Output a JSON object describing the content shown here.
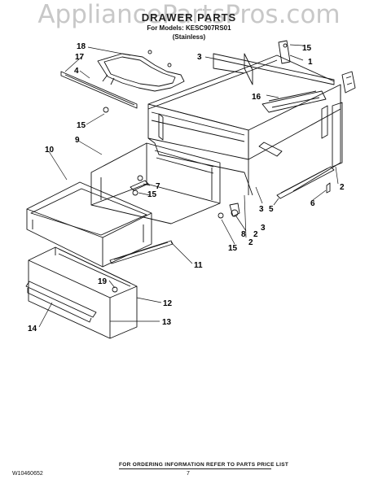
{
  "watermark": "AppliancePartsPros.com",
  "header": {
    "title": "DRAWER PARTS",
    "model_line": "For Models: KESC907RS01",
    "variant": "(Stainless)"
  },
  "callouts": [
    "18",
    "17",
    "4",
    "15",
    "3",
    "1",
    "15",
    "16",
    "2",
    "10",
    "9",
    "7",
    "15",
    "3",
    "2",
    "6",
    "5",
    "15",
    "8",
    "2",
    "3",
    "11",
    "19",
    "12",
    "14",
    "13"
  ],
  "footer": {
    "doc_number": "W10460652",
    "ordering_note": "FOR ORDERING INFORMATION REFER TO PARTS PRICE LIST",
    "page": "7"
  }
}
